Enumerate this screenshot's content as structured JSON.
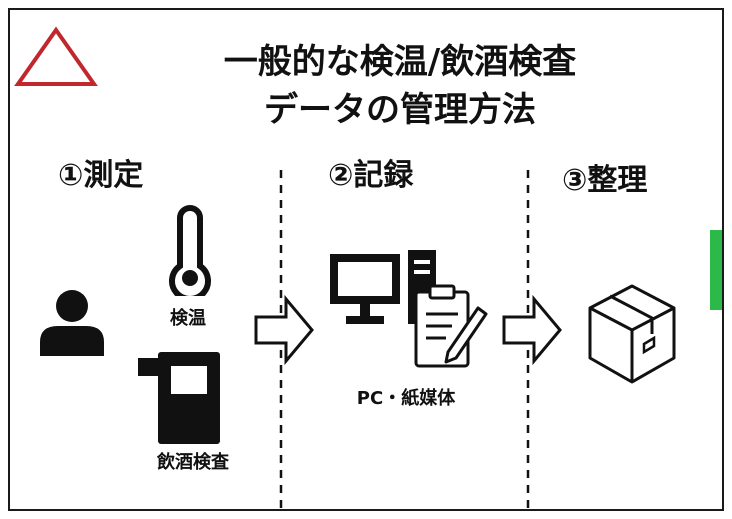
{
  "title": {
    "line1": "一般的な検温/飲酒検査",
    "line2": "データの管理方法"
  },
  "steps": [
    {
      "label": "①測定"
    },
    {
      "label": "②記録"
    },
    {
      "label": "③整理"
    }
  ],
  "items": {
    "temperature_label": "検温",
    "alcohol_label": "飲酒検査",
    "record_label": "PC・紙媒体"
  },
  "icons": {
    "warning": "triangle-icon",
    "person": "person-icon",
    "thermometer": "thermometer-icon",
    "breathalyzer": "breathalyzer-icon",
    "computer": "desktop-computer-icon",
    "clipboard": "clipboard-pencil-icon",
    "box": "box-icon",
    "arrow": "right-arrow-icon"
  },
  "colors": {
    "warning_triangle": "#c0282d",
    "accent_tab": "#2db84a",
    "ink": "#111111"
  }
}
